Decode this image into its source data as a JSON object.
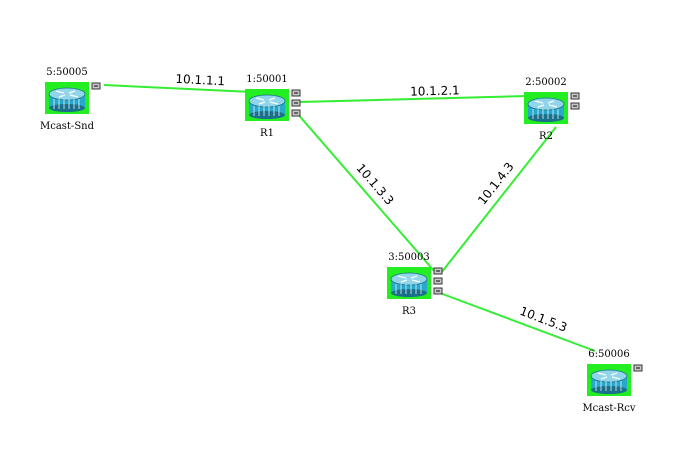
{
  "colors": {
    "link": "#33ee33",
    "node_frame": "#22ee22",
    "router_body": "#27a8cc",
    "router_top": "#8fd6ea",
    "router_dark": "#1a6f8a",
    "port_fill": "#c8c8c8",
    "port_border": "#333333"
  },
  "icons": {
    "router": "router-icon",
    "port": "port-icon"
  },
  "nodes": [
    {
      "id": "mcast-snd",
      "id_label": "5:50005",
      "name": "Mcast-Snd",
      "ports": 1
    },
    {
      "id": "r1",
      "id_label": "1:50001",
      "name": "R1",
      "ports": 3
    },
    {
      "id": "r2",
      "id_label": "2:50002",
      "name": "R2",
      "ports": 2
    },
    {
      "id": "r3",
      "id_label": "3:50003",
      "name": "R3",
      "ports": 3
    },
    {
      "id": "mcast-rcv",
      "id_label": "6:50006",
      "name": "Mcast-Rcv",
      "ports": 1
    }
  ],
  "links": [
    {
      "id": "snd-r1",
      "label": "10.1.1.1"
    },
    {
      "id": "r1-r2",
      "label": "10.1.2.1"
    },
    {
      "id": "r1-r3",
      "label": "10.1.3.3"
    },
    {
      "id": "r2-r3",
      "label": "10.1.4.3"
    },
    {
      "id": "r3-rcv",
      "label": "10.1.5.3"
    }
  ]
}
